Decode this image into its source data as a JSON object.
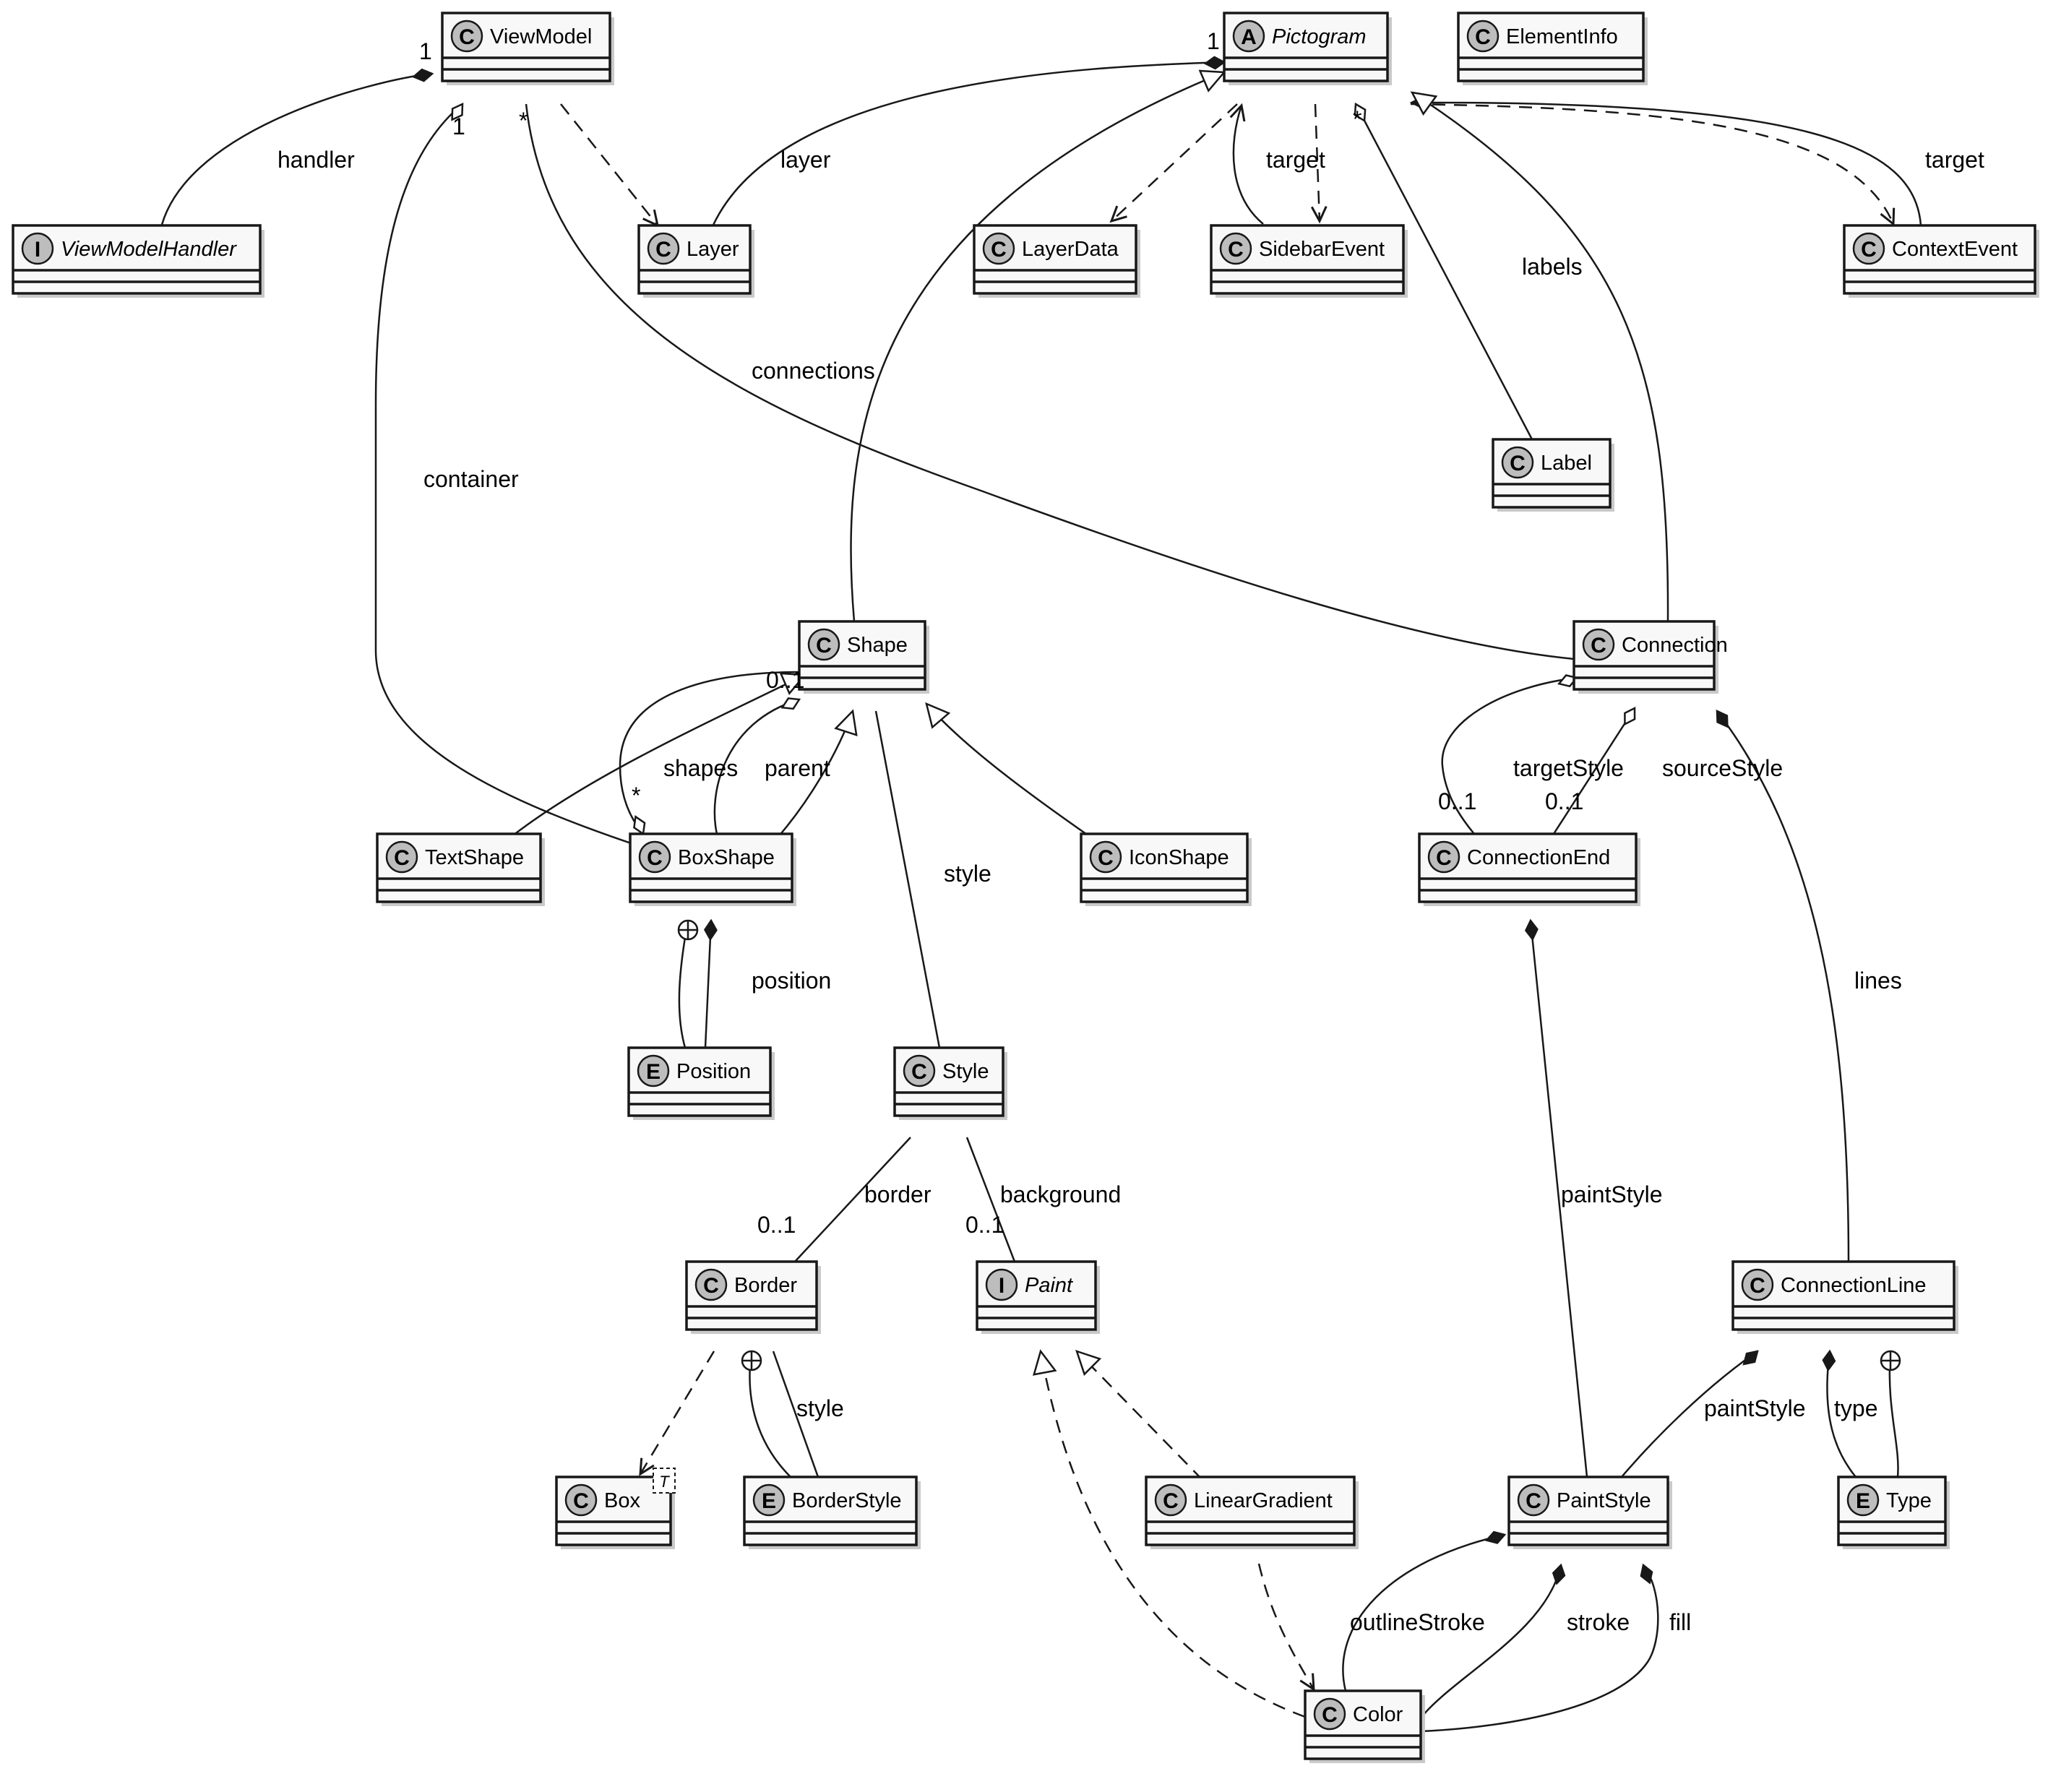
{
  "classes": [
    {
      "id": "ViewModel",
      "name": "ViewModel",
      "stereotype": "C",
      "italic": false
    },
    {
      "id": "Pictogram",
      "name": "Pictogram",
      "stereotype": "A",
      "italic": true
    },
    {
      "id": "ElementInfo",
      "name": "ElementInfo",
      "stereotype": "C",
      "italic": false
    },
    {
      "id": "ViewModelHandler",
      "name": "ViewModelHandler",
      "stereotype": "I",
      "italic": true
    },
    {
      "id": "Layer",
      "name": "Layer",
      "stereotype": "C",
      "italic": false
    },
    {
      "id": "LayerData",
      "name": "LayerData",
      "stereotype": "C",
      "italic": false
    },
    {
      "id": "SidebarEvent",
      "name": "SidebarEvent",
      "stereotype": "C",
      "italic": false
    },
    {
      "id": "ContextEvent",
      "name": "ContextEvent",
      "stereotype": "C",
      "italic": false
    },
    {
      "id": "Label",
      "name": "Label",
      "stereotype": "C",
      "italic": false
    },
    {
      "id": "Shape",
      "name": "Shape",
      "stereotype": "C",
      "italic": false
    },
    {
      "id": "Connection",
      "name": "Connection",
      "stereotype": "C",
      "italic": false
    },
    {
      "id": "TextShape",
      "name": "TextShape",
      "stereotype": "C",
      "italic": false
    },
    {
      "id": "BoxShape",
      "name": "BoxShape",
      "stereotype": "C",
      "italic": false
    },
    {
      "id": "IconShape",
      "name": "IconShape",
      "stereotype": "C",
      "italic": false
    },
    {
      "id": "ConnectionEnd",
      "name": "ConnectionEnd",
      "stereotype": "C",
      "italic": false
    },
    {
      "id": "Position",
      "name": "Position",
      "stereotype": "E",
      "italic": false
    },
    {
      "id": "Style",
      "name": "Style",
      "stereotype": "C",
      "italic": false
    },
    {
      "id": "Border",
      "name": "Border",
      "stereotype": "C",
      "italic": false
    },
    {
      "id": "Paint",
      "name": "Paint",
      "stereotype": "I",
      "italic": true
    },
    {
      "id": "ConnectionLine",
      "name": "ConnectionLine",
      "stereotype": "C",
      "italic": false
    },
    {
      "id": "Box",
      "name": "Box",
      "stereotype": "C",
      "italic": false,
      "type_param": "T"
    },
    {
      "id": "BorderStyle",
      "name": "BorderStyle",
      "stereotype": "E",
      "italic": false
    },
    {
      "id": "LinearGradient",
      "name": "LinearGradient",
      "stereotype": "C",
      "italic": false
    },
    {
      "id": "PaintStyle",
      "name": "PaintStyle",
      "stereotype": "C",
      "italic": false
    },
    {
      "id": "Type",
      "name": "Type",
      "stereotype": "E",
      "italic": false
    },
    {
      "id": "Color",
      "name": "Color",
      "stereotype": "C",
      "italic": false
    }
  ],
  "relations": [
    {
      "from": "ViewModel",
      "to": "ViewModelHandler",
      "kind": "composition",
      "label": "handler",
      "mult_from": "1"
    },
    {
      "from": "ViewModel",
      "to": "Layer",
      "kind": "dependency"
    },
    {
      "from": "ViewModel",
      "to": "BoxShape",
      "kind": "aggregation",
      "label": "container",
      "mult_from": "1"
    },
    {
      "from": "ViewModel",
      "to": "Connection",
      "kind": "association",
      "label": "connections",
      "mult_from": "*"
    },
    {
      "from": "Pictogram",
      "to": "Layer",
      "kind": "composition",
      "label": "layer",
      "mult_from": "1"
    },
    {
      "from": "Pictogram",
      "to": "LayerData",
      "kind": "dependency"
    },
    {
      "from": "SidebarEvent",
      "to": "Pictogram",
      "kind": "navigable",
      "label": "target"
    },
    {
      "from": "Pictogram",
      "to": "SidebarEvent",
      "kind": "dependency"
    },
    {
      "from": "Pictogram",
      "to": "Label",
      "kind": "aggregation",
      "label": "labels",
      "mult_from": "*"
    },
    {
      "from": "Pictogram",
      "to": "ContextEvent",
      "kind": "dependency"
    },
    {
      "from": "ContextEvent",
      "to": "Pictogram",
      "kind": "navigable",
      "label": "target"
    },
    {
      "from": "Shape",
      "to": "Pictogram",
      "kind": "generalization"
    },
    {
      "from": "Connection",
      "to": "Pictogram",
      "kind": "generalization"
    },
    {
      "from": "TextShape",
      "to": "Shape",
      "kind": "generalization"
    },
    {
      "from": "BoxShape",
      "to": "Shape",
      "kind": "generalization"
    },
    {
      "from": "IconShape",
      "to": "Shape",
      "kind": "generalization"
    },
    {
      "from": "Shape",
      "to": "BoxShape",
      "kind": "aggregation",
      "label": "shapes",
      "mult_from": "0..1",
      "mult_to": "*"
    },
    {
      "from": "Shape",
      "to": "BoxShape",
      "kind": "aggregation",
      "label": "parent"
    },
    {
      "from": "Shape",
      "to": "Style",
      "kind": "association",
      "label": "style"
    },
    {
      "from": "BoxShape",
      "to": "Position",
      "kind": "nested"
    },
    {
      "from": "BoxShape",
      "to": "Position",
      "kind": "composition",
      "label": "position"
    },
    {
      "from": "Connection",
      "to": "ConnectionEnd",
      "kind": "aggregation",
      "label": "targetStyle",
      "mult_to": "0..1"
    },
    {
      "from": "Connection",
      "to": "ConnectionEnd",
      "kind": "aggregation",
      "label": "sourceStyle",
      "mult_to": "0..1"
    },
    {
      "from": "Connection",
      "to": "ConnectionLine",
      "kind": "composition",
      "label": "lines"
    },
    {
      "from": "ConnectionEnd",
      "to": "PaintStyle",
      "kind": "composition",
      "label": "paintStyle"
    },
    {
      "from": "Style",
      "to": "Border",
      "kind": "association",
      "label": "border",
      "mult_to": "0..1"
    },
    {
      "from": "Style",
      "to": "Paint",
      "kind": "association",
      "label": "background",
      "mult_to": "0..1"
    },
    {
      "from": "Border",
      "to": "Box",
      "kind": "dependency"
    },
    {
      "from": "Border",
      "to": "BorderStyle",
      "kind": "nested"
    },
    {
      "from": "Border",
      "to": "BorderStyle",
      "kind": "association",
      "label": "style"
    },
    {
      "from": "LinearGradient",
      "to": "Paint",
      "kind": "realization"
    },
    {
      "from": "Color",
      "to": "Paint",
      "kind": "realization"
    },
    {
      "from": "LinearGradient",
      "to": "Color",
      "kind": "dependency"
    },
    {
      "from": "ConnectionLine",
      "to": "PaintStyle",
      "kind": "composition",
      "label": "paintStyle"
    },
    {
      "from": "ConnectionLine",
      "to": "Type",
      "kind": "composition",
      "label": "type"
    },
    {
      "from": "ConnectionLine",
      "to": "Type",
      "kind": "nested"
    },
    {
      "from": "PaintStyle",
      "to": "Color",
      "kind": "composition",
      "label": "outlineStroke"
    },
    {
      "from": "PaintStyle",
      "to": "Color",
      "kind": "composition",
      "label": "stroke"
    },
    {
      "from": "PaintStyle",
      "to": "Color",
      "kind": "composition",
      "label": "fill"
    }
  ],
  "colors": {
    "box_fill": "#f8f8f8",
    "box_border": "#181818",
    "shadow": "#c9c9c9",
    "stereotype_circle": "#bdbdbd",
    "line": "#181818",
    "text": "#000000"
  }
}
